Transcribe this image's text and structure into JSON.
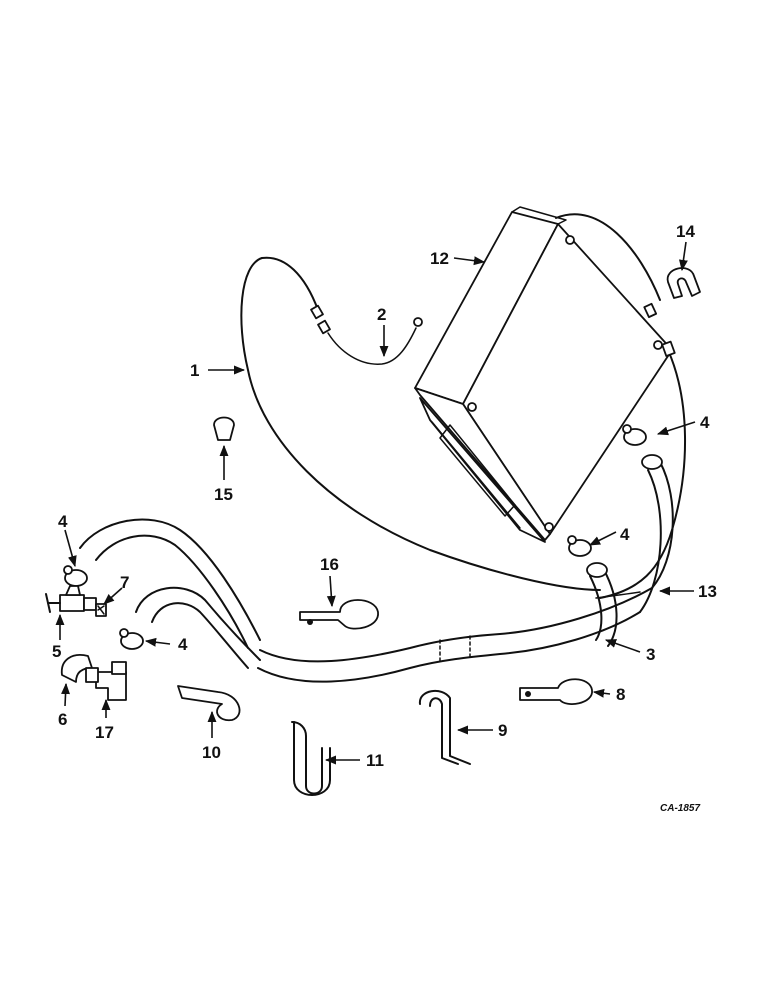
{
  "diagram": {
    "code": "CA-1857",
    "callouts": [
      {
        "id": "c1",
        "text": "1"
      },
      {
        "id": "c2",
        "text": "2"
      },
      {
        "id": "c3",
        "text": "3"
      },
      {
        "id": "c4a",
        "text": "4"
      },
      {
        "id": "c4b",
        "text": "4"
      },
      {
        "id": "c4c",
        "text": "4"
      },
      {
        "id": "c4d",
        "text": "4"
      },
      {
        "id": "c5",
        "text": "5"
      },
      {
        "id": "c6",
        "text": "6"
      },
      {
        "id": "c7",
        "text": "7"
      },
      {
        "id": "c8",
        "text": "8"
      },
      {
        "id": "c9",
        "text": "9"
      },
      {
        "id": "c10",
        "text": "10"
      },
      {
        "id": "c11",
        "text": "11"
      },
      {
        "id": "c12",
        "text": "12"
      },
      {
        "id": "c13",
        "text": "13"
      },
      {
        "id": "c14",
        "text": "14"
      },
      {
        "id": "c15",
        "text": "15"
      },
      {
        "id": "c16",
        "text": "16"
      },
      {
        "id": "c17",
        "text": "17"
      }
    ]
  }
}
